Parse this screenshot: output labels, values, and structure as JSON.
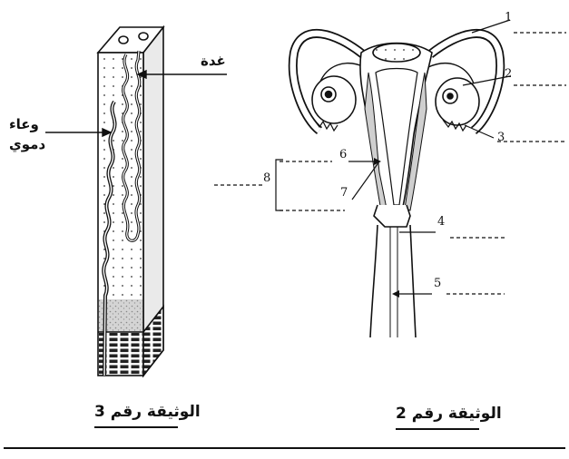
{
  "doc3": {
    "caption": "الوثيقة رقم 3",
    "labels": {
      "gland": "غدة",
      "vessel_line1": "وعاء",
      "vessel_line2": "دموي"
    }
  },
  "doc2": {
    "caption": "الوثيقة رقم 2",
    "numbers": {
      "n1": "1",
      "n2": "2",
      "n3": "3",
      "n4": "4",
      "n5": "5",
      "n6": "6",
      "n7": "7",
      "n8": "8"
    }
  },
  "colors": {
    "ink": "#111111",
    "tissue": "#cfcfcf",
    "paper": "#ffffff"
  }
}
